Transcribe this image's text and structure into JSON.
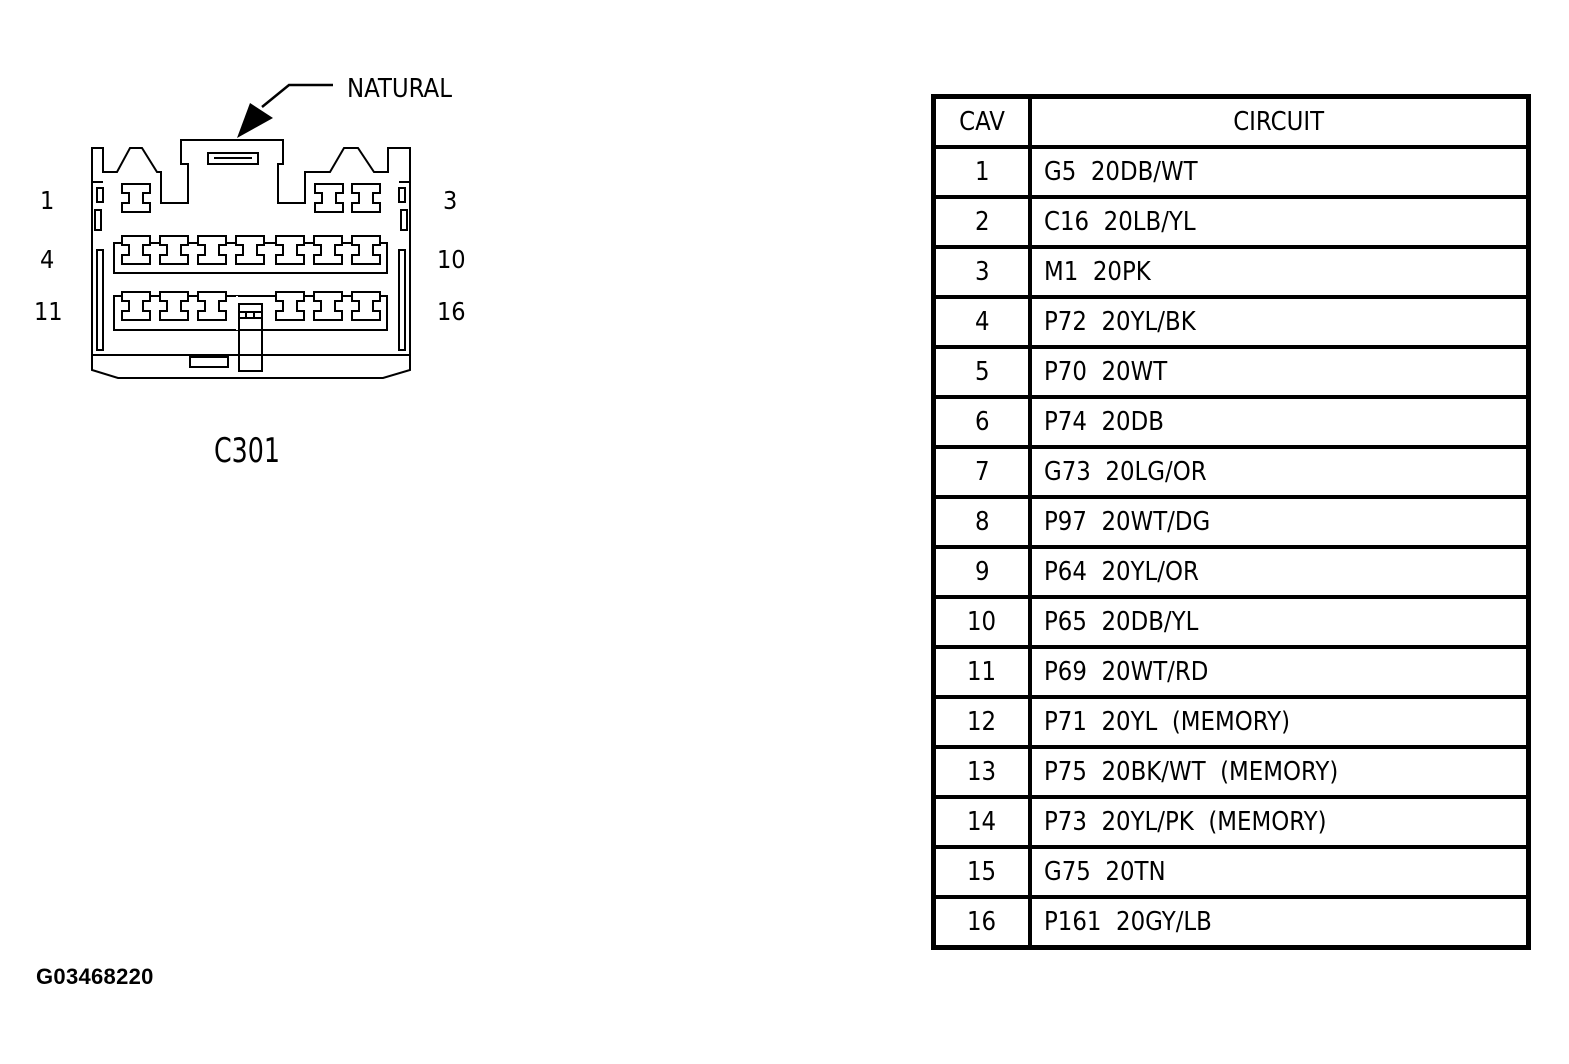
{
  "connector": {
    "name": "C301",
    "color_label": "NATURAL",
    "cavity_labels": {
      "top_left": "1",
      "top_right": "3",
      "mid_left": "4",
      "mid_right": "10",
      "bottom_left": "11",
      "bottom_right": "16"
    }
  },
  "table": {
    "headers": {
      "cav": "CAV",
      "circuit": "CIRCUIT"
    },
    "rows": [
      {
        "cav": "1",
        "circuit": "G5  20DB/WT"
      },
      {
        "cav": "2",
        "circuit": "C16  20LB/YL"
      },
      {
        "cav": "3",
        "circuit": "M1  20PK"
      },
      {
        "cav": "4",
        "circuit": "P72  20YL/BK"
      },
      {
        "cav": "5",
        "circuit": "P70  20WT"
      },
      {
        "cav": "6",
        "circuit": "P74  20DB"
      },
      {
        "cav": "7",
        "circuit": "G73  20LG/OR"
      },
      {
        "cav": "8",
        "circuit": "P97  20WT/DG"
      },
      {
        "cav": "9",
        "circuit": "P64  20YL/OR"
      },
      {
        "cav": "10",
        "circuit": "P65  20DB/YL"
      },
      {
        "cav": "11",
        "circuit": "P69  20WT/RD"
      },
      {
        "cav": "12",
        "circuit": "P71  20YL  (MEMORY)"
      },
      {
        "cav": "13",
        "circuit": "P75  20BK/WT  (MEMORY)"
      },
      {
        "cav": "14",
        "circuit": "P73  20YL/PK  (MEMORY)"
      },
      {
        "cav": "15",
        "circuit": "G75  20TN"
      },
      {
        "cav": "16",
        "circuit": "P161  20GY/LB"
      }
    ]
  },
  "figure_id": "G03468220"
}
